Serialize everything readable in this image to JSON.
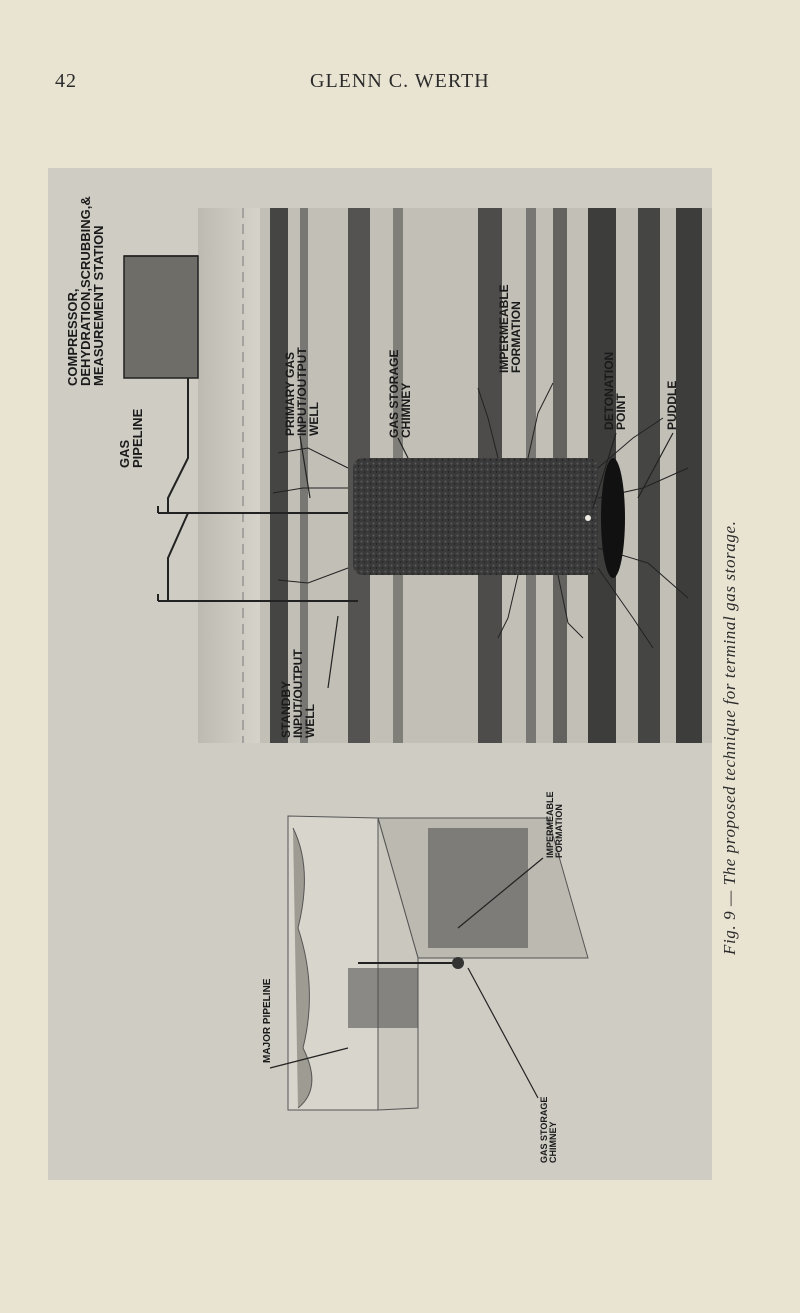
{
  "page": {
    "number": "42",
    "running_head": "GLENN C. WERTH"
  },
  "figure": {
    "caption": "Fig. 9 — The proposed technique for terminal gas storage.",
    "labels": {
      "compressor": [
        "COMPRESSOR,",
        "DEHYDRATION,SCRUBBING,&",
        "MEASUREMENT STATION"
      ],
      "gas_pipeline": [
        "GAS",
        "PIPELINE"
      ],
      "primary_well": [
        "PRIMARY GAS",
        "INPUT/OUTPUT",
        "WELL"
      ],
      "storage_chimney": [
        "GAS STORAGE",
        "CHIMNEY"
      ],
      "impermeable_formation": [
        "IMPERMEABLE",
        "FORMATION"
      ],
      "detonation_point": [
        "DETONATION",
        "POINT"
      ],
      "puddle": "PUDDLE",
      "standby_well": [
        "STANDBY",
        "INPUT/OUTPUT",
        "WELL"
      ],
      "major_pipeline": "MAJOR PIPELINE",
      "inset_impermeable": [
        "IMPERMEABLE",
        "FORMATION"
      ],
      "inset_chimney": [
        "GAS STORAGE",
        "CHIMNEY"
      ]
    }
  }
}
